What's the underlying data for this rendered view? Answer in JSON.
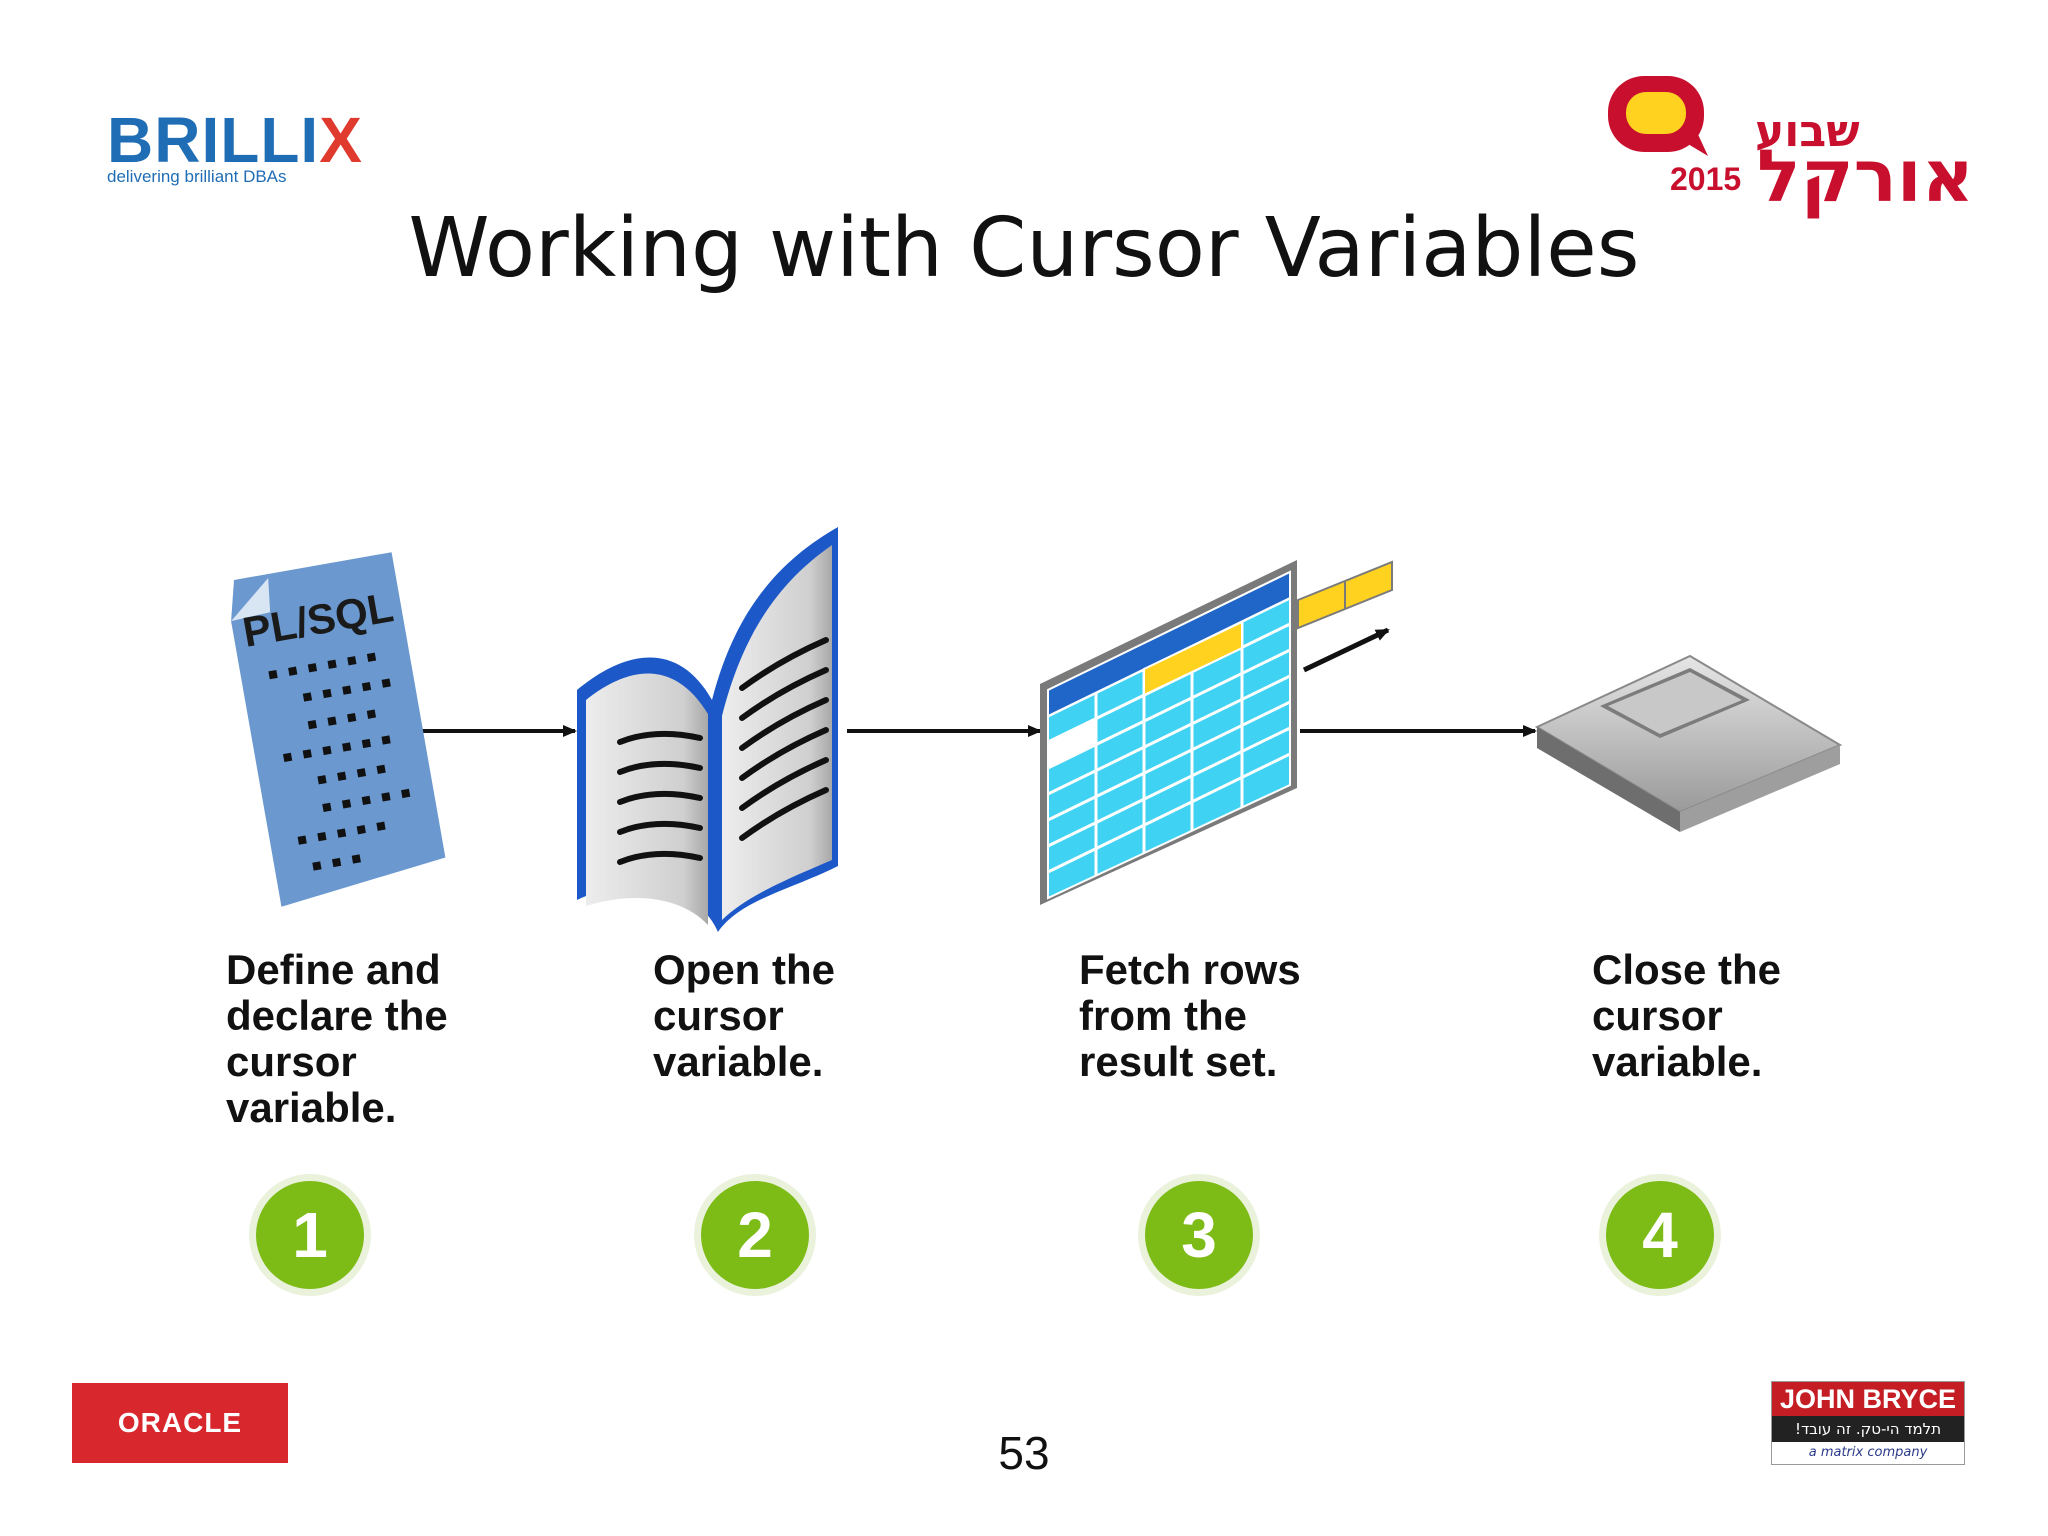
{
  "brillix": {
    "name_main": "BRILLI",
    "name_x": "X",
    "tagline": "delivering brilliant DBAs"
  },
  "oracle_week": {
    "hebrew_top": "שבוע",
    "hebrew_main": "אורקל",
    "year": "2015"
  },
  "title": "Working with Cursor Variables",
  "diagram": {
    "icon_plsql_text": "PL/SQL",
    "steps": [
      {
        "number": "1",
        "label": "Define and\ndeclare the\ncursor\nvariable.",
        "icon": "plsql-document-icon"
      },
      {
        "number": "2",
        "label": "Open the\ncursor\nvariable.",
        "icon": "open-book-icon"
      },
      {
        "number": "3",
        "label": "Fetch rows\nfrom the\nresult set.",
        "icon": "result-set-table-icon"
      },
      {
        "number": "4",
        "label": "Close the\ncursor\nvariable.",
        "icon": "closed-book-icon"
      }
    ]
  },
  "footer": {
    "oracle_logo": "ORACLE",
    "page_number": "53",
    "john_bryce": {
      "name": "JOHN BRYCE",
      "slogan": "תלמד הי-טק. זה עובד!",
      "tagline": "a matrix company"
    }
  },
  "colors": {
    "step_green": "#7dbb16",
    "brillix_blue": "#1f6db4",
    "oracle_red": "#d9272e",
    "table_cyan": "#3fd2f2",
    "table_yellow": "#ffd21f"
  }
}
